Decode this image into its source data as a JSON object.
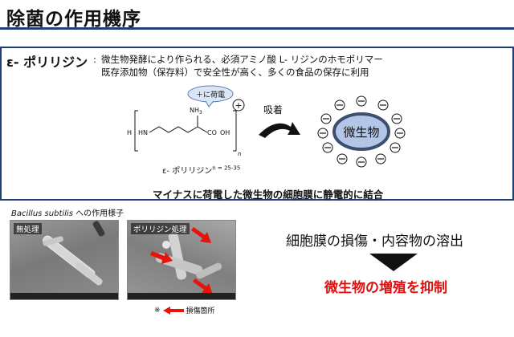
{
  "header": {
    "title": "除菌の作用機序"
  },
  "overview": {
    "term": "ε- ポリリジン",
    "colon": ":",
    "line1": "微生物発酵により作られる、必須アミノ酸 L- リジンのホモポリマー",
    "line2": "既存添加物（保存料）で安全性が高く、多くの食品の保存に利用"
  },
  "structure": {
    "bubble": "＋に荷電",
    "plus_sign": "+",
    "nh3": "NH",
    "nh3_sub": "3",
    "h_label": "H",
    "hn_label": "HN",
    "cooh": "CO",
    "oh": "OH",
    "n_label": "n",
    "caption": "ε- ポリリジン",
    "caption_sup": "n = 25-35"
  },
  "mechanism": {
    "adsorb_label": "吸着",
    "microbe_label": "微生物",
    "minus_sign": "−",
    "summary": "マイナスに荷電した微生物の細胞膜に静電的に結合"
  },
  "observation": {
    "species": "Bacillus subtilis",
    "label_suffix": " への作用様子",
    "photo1_label": "無処理",
    "photo2_label": "ポリリジン処理",
    "note_mark": "※",
    "note_text": "損傷箇所"
  },
  "result": {
    "effect": "細胞膜の損傷・内容物の溶出",
    "outcome": "微生物の増殖を抑制"
  },
  "colors": {
    "accent_blue": "#1f3f7a",
    "red": "#e01010",
    "microbe_fill": "#b4c6e7",
    "microbe_stroke": "#3d4f6e"
  }
}
